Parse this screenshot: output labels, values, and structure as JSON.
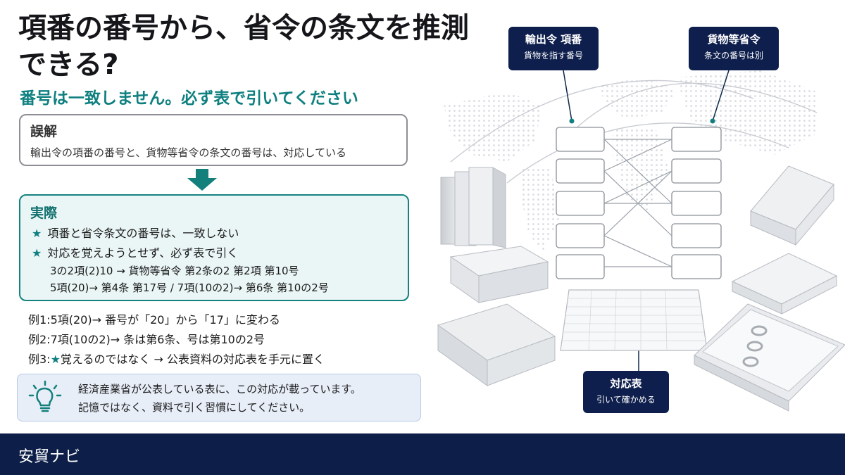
{
  "title": "項番の番号から、省令の条文を推測できる?",
  "subtitle": "番号は一致しません。必ず表で引いてください",
  "misconception": {
    "heading": "誤解",
    "text": "輸出令の項番の番号と、貨物等省令の条文の番号は、対応している"
  },
  "fact": {
    "heading": "実際",
    "star": "★",
    "point1": "項番と省令条文の番号は、一致しない",
    "point2": "対応を覚えようとせず、必ず表で引く",
    "example_line1": "3の2項(2)10 → 貨物等省令 第2条の2 第2項 第10号",
    "example_line2": "5項(20)→ 第4条 第17号 / 7項(10の2)→ 第6条 第10の2号"
  },
  "examples": [
    {
      "prefix": "例1:",
      "star": "",
      "text": "5項(20)→ 番号が「20」から「17」に変わる"
    },
    {
      "prefix": "例2:",
      "star": "",
      "text": "7項(10の2)→ 条は第6条、号は第10の2号"
    },
    {
      "prefix": "例3:",
      "star": "★",
      "text": "覚えるのではなく → 公表資料の対応表を手元に置く"
    }
  ],
  "tip": {
    "icon": "lightbulb-icon",
    "line1": "経済産業省が公表している表に、この対応が載っています。",
    "line2": "記憶ではなく、資料で引く習慣にしてください。"
  },
  "labels": {
    "left": {
      "title": "輸出令 項番",
      "sub": "貨物を指す番号"
    },
    "right": {
      "title": "貨物等省令",
      "sub": "条文の番号は別"
    },
    "bottom": {
      "title": "対応表",
      "sub": "引いて確かめる"
    }
  },
  "footer": {
    "brand": "安貿ナビ"
  },
  "colors": {
    "teal": "#0f7f80",
    "navy": "#0e1f4d",
    "tip_bg": "#e7eef8",
    "fact_bg": "#eaf6f5"
  }
}
